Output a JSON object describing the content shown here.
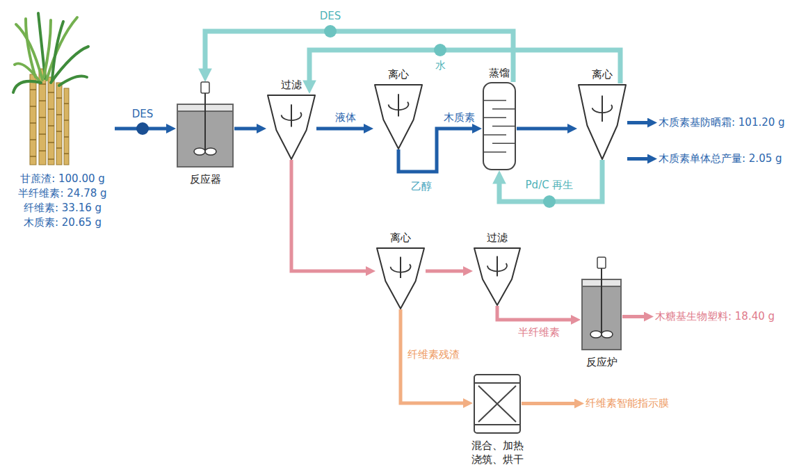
{
  "diagram": {
    "nodes": [
      {
        "text": [
          "甘蔗渣: 100.00 g",
          "半纤维素: 24.78 g",
          "纤维素: 33.16 g",
          "木质素: 20.65 g"
        ]
      },
      {
        "text": [
          "反应器"
        ]
      },
      {
        "text": [
          "过滤"
        ]
      },
      {
        "text": [
          "离心"
        ]
      },
      {
        "text": [
          "蒸馏"
        ]
      },
      {
        "text": [
          "离心"
        ]
      },
      {
        "text": [
          "木质素基防晒霜: 101.20 g"
        ]
      },
      {
        "text": [
          "木质素单体总产量: 2.05 g"
        ]
      },
      {
        "text": [
          "离心"
        ]
      },
      {
        "text": [
          "过滤"
        ]
      },
      {
        "text": [
          "反应炉"
        ]
      },
      {
        "text": [
          "木糖基生物塑料: 18.40 g"
        ]
      },
      {
        "text": [
          "混合、加热 浇筑、烘干"
        ]
      },
      {
        "text": [
          "纤维素智能指示膜"
        ]
      }
    ],
    "edges": [
      {
        "from": 0,
        "to": 1,
        "arrow": "to",
        "label": "DES"
      },
      {
        "from": 1,
        "to": 2,
        "arrow": "to"
      },
      {
        "from": 2,
        "to": 3,
        "arrow": "to",
        "label": "液体"
      },
      {
        "from": 3,
        "to": 4,
        "arrow": "to",
        "label": "木质素"
      },
      {
        "from": 4,
        "to": 5,
        "arrow": "to"
      },
      {
        "from": 5,
        "to": 6,
        "arrow": "to"
      },
      {
        "from": 5,
        "to": 7,
        "arrow": "to"
      },
      {
        "from": 4,
        "to": 1,
        "arrow": "to",
        "label": "DES"
      },
      {
        "from": 5,
        "to": 2,
        "arrow": "to",
        "label": "水"
      },
      {
        "from": 5,
        "to": 4,
        "arrow": "to",
        "label": "Pd/C 再生"
      },
      {
        "from": 2,
        "to": 8,
        "arrow": "to"
      },
      {
        "from": 8,
        "to": 9,
        "arrow": "to"
      },
      {
        "from": 9,
        "to": 10,
        "arrow": "to",
        "label": "半纤维素"
      },
      {
        "from": 10,
        "to": 11,
        "arrow": "to"
      },
      {
        "from": 8,
        "to": 12,
        "arrow": "to",
        "label": "纤维素残渣"
      },
      {
        "from": 12,
        "to": 13,
        "arrow": "to"
      }
    ],
    "labels": [
      "乙醇"
    ]
  }
}
